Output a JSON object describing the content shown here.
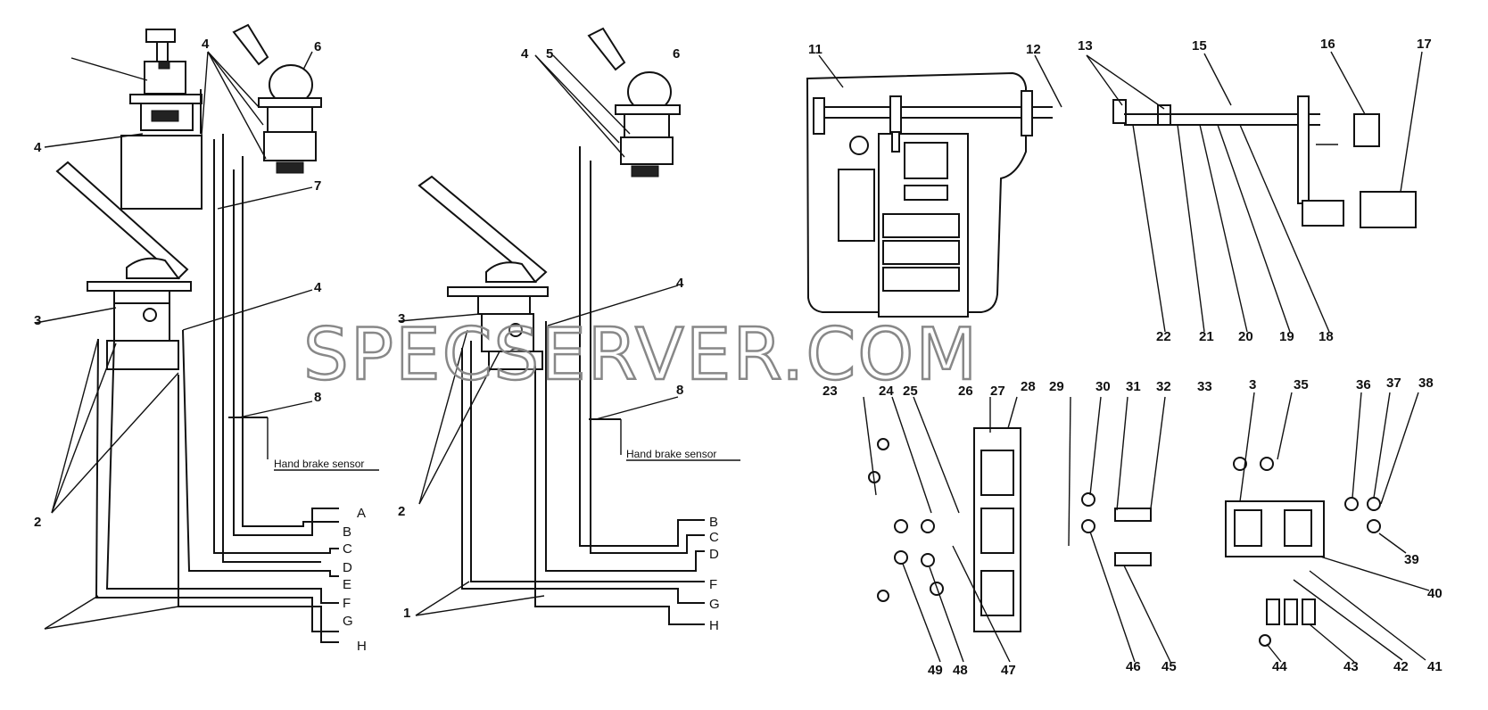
{
  "watermark": "SPECSERVER.COM",
  "captions": {
    "hand_brake_sensor_left": "Hand brake sensor",
    "hand_brake_sensor_mid": "Hand brake sensor"
  },
  "left_callouts": {
    "c4a": "4",
    "c4b": "4",
    "c6": "6",
    "c7": "7",
    "c3": "3",
    "c4c": "4",
    "c8": "8",
    "c2": "2"
  },
  "left_letters": {
    "A": "A",
    "B": "B",
    "C": "C",
    "D": "D",
    "E": "E",
    "F": "F",
    "G": "G",
    "H": "H"
  },
  "mid_callouts": {
    "c4a": "4",
    "c5": "5",
    "c6": "6",
    "c3": "3",
    "c4b": "4",
    "c8": "8",
    "c2": "2",
    "c1": "1"
  },
  "mid_letters": {
    "B": "B",
    "C": "C",
    "D": "D",
    "F": "F",
    "G": "G",
    "H": "H"
  },
  "right_callouts": {
    "n11": "11",
    "n12": "12",
    "n13": "13",
    "n15": "15",
    "n16": "16",
    "n17": "17",
    "n22": "22",
    "n21": "21",
    "n20": "20",
    "n19": "19",
    "n18": "18",
    "n23": "23",
    "n24": "24",
    "n25": "25",
    "n26": "26",
    "n27": "27",
    "n28": "28",
    "n29": "29",
    "n30": "30",
    "n31": "31",
    "n32": "32",
    "n33": "33",
    "n3": "3",
    "n35": "35",
    "n36": "36",
    "n37": "37",
    "n38": "38",
    "n39": "39",
    "n40": "40",
    "n41": "41",
    "n42": "42",
    "n43": "43",
    "n44": "44",
    "n45": "45",
    "n46": "46",
    "n47": "47",
    "n48": "48",
    "n49": "49"
  }
}
